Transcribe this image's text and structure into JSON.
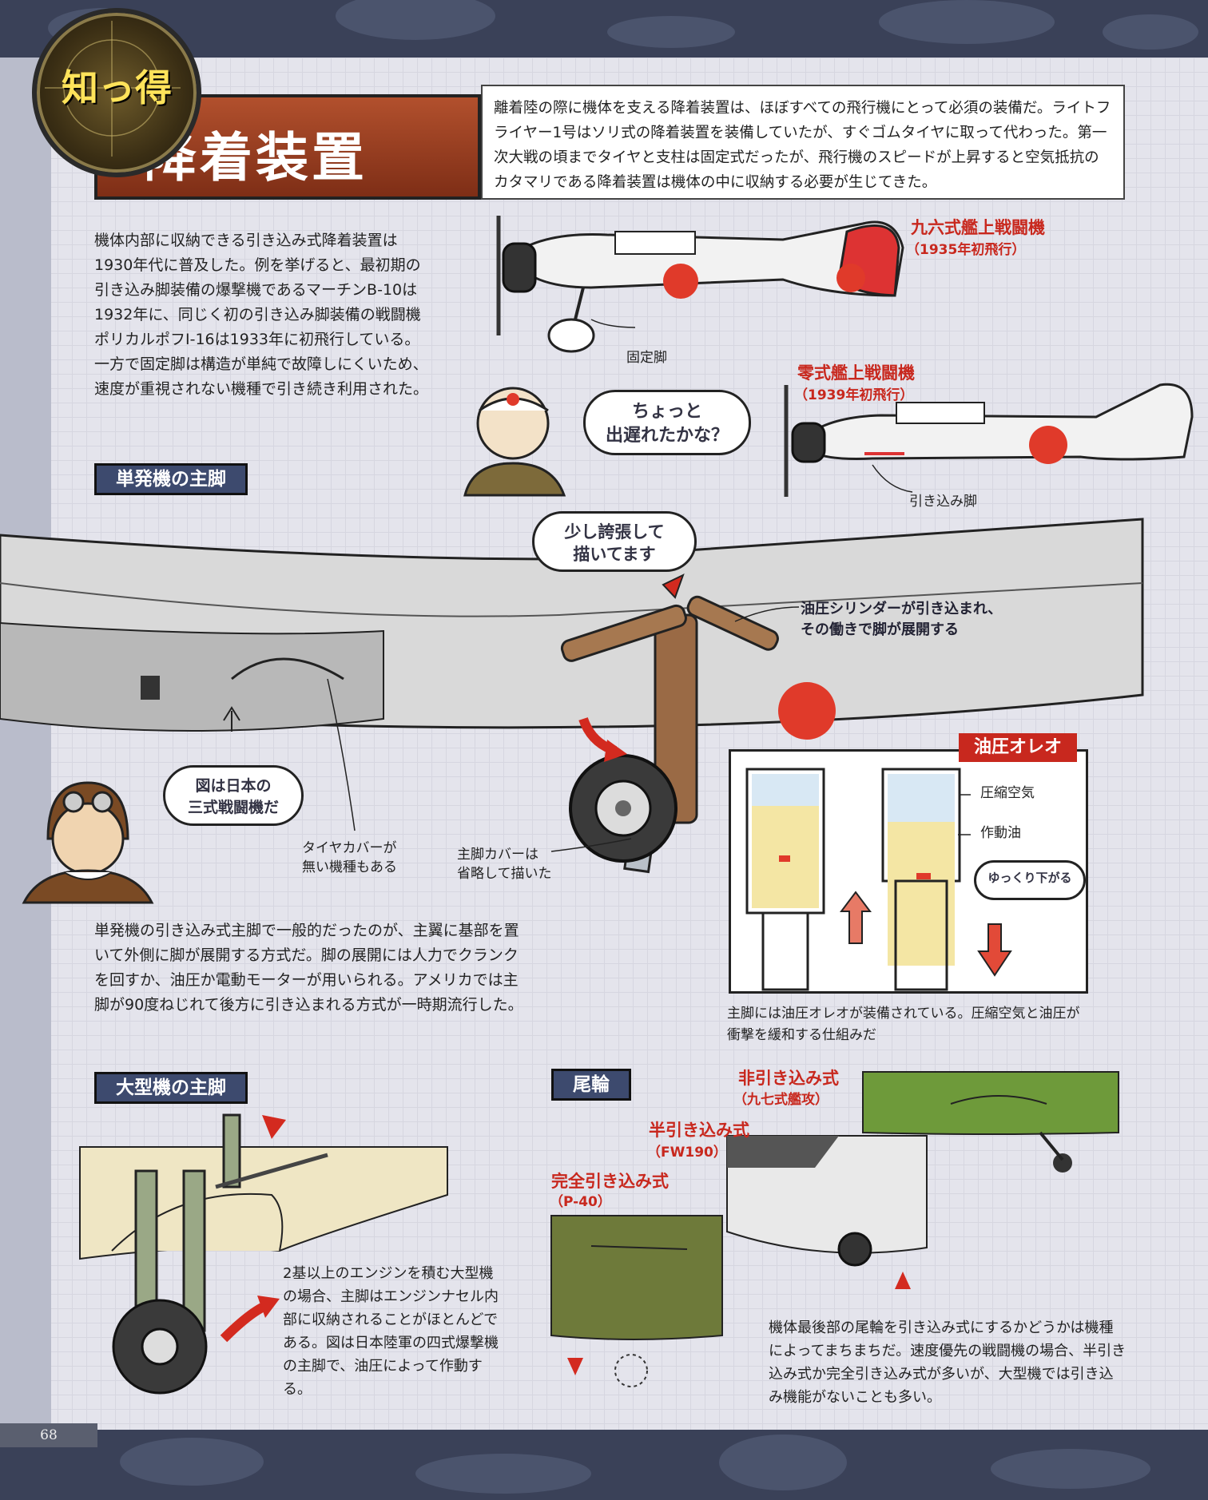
{
  "badge": {
    "label": "知っ得"
  },
  "title": "降着装置",
  "intro": "離着陸の際に機体を支える降着装置は、ほぼすべての飛行機にとって必須の装備だ。ライトフライヤー1号はソリ式の降着装置を装備していたが、すぐゴムタイヤに取って代わった。第一次大戦の頃までタイヤと支柱は固定式だったが、飛行機のスピードが上昇すると空気抵抗のカタマリである降着装置は機体の中に収納する必要が生じてきた。",
  "left_paragraph": "機体内部に収納できる引き込み式降着装置は1930年代に普及した。例を挙げると、最初期の引き込み脚装備の爆撃機であるマーチンB-10は1932年に、同じく初の引き込み脚装備の戦闘機ポリカルポフI-16は1933年に初飛行している。一方で固定脚は構造が単純で故障しにくいため、速度が重視されない機種で引き続き利用された。",
  "planes": {
    "type96": {
      "name": "九六式艦上戦闘機",
      "sub": "（1935年初飛行）",
      "gear_label": "固定脚"
    },
    "zero": {
      "name": "零式艦上戦闘機",
      "sub": "（1939年初飛行）",
      "gear_label": "引き込み脚"
    }
  },
  "bubble_pilot": {
    "line1": "ちょっと",
    "line2": "出遅れたかな？"
  },
  "section_single": {
    "heading": "単発機の主脚",
    "bubble_exaggerate": {
      "line1": "少し誇張して",
      "line2": "描いてます"
    },
    "cylinder_note": {
      "line1": "油圧シリンダーが引き込まれ、",
      "line2": "その働きで脚が展開する"
    },
    "bubble_japan": {
      "line1": "図は日本の",
      "line2": "三式戦闘機だ"
    },
    "tire_cover_note": {
      "line1": "タイヤカバーが",
      "line2": "無い機種もある"
    },
    "gear_cover_note": {
      "line1": "主脚カバーは",
      "line2": "省略して描いた"
    },
    "paragraph": "単発機の引き込み式主脚で一般的だったのが、主翼に基部を置いて外側に脚が展開する方式だ。脚の展開には人力でクランクを回すか、油圧か電動モーターが用いられる。アメリカでは主脚が90度ねじれて後方に引き込まれる方式が一時期流行した。"
  },
  "oleo": {
    "title": "油圧オレオ",
    "label_air": "圧縮空気",
    "label_oil": "作動油",
    "bubble": "ゆっくり下がる",
    "caption": "主脚には油圧オレオが装備されている。圧縮空気と油圧が衝撃を緩和する仕組みだ"
  },
  "section_large": {
    "heading": "大型機の主脚",
    "paragraph": "2基以上のエンジンを積む大型機の場合、主脚はエンジンナセル内部に収納されることがほとんどである。図は日本陸軍の四式爆撃機の主脚で、油圧によって作動する。"
  },
  "section_tail": {
    "heading": "尾輪",
    "non_retract": {
      "name": "非引き込み式",
      "sub": "（九七式艦攻）"
    },
    "semi_retract": {
      "name": "半引き込み式",
      "sub": "（FW190）"
    },
    "full_retract": {
      "name": "完全引き込み式",
      "sub": "（P-40）"
    },
    "paragraph": "機体最後部の尾輪を引き込み式にするかどうかは機種によってまちまちだ。速度優先の戦闘機の場合、半引き込み式か完全引き込み式が多いが、大型機では引き込み機能がないことも多い。"
  },
  "page_number": "68",
  "colors": {
    "accent_red": "#c8281e",
    "heading_navy": "#3d4a6e",
    "title_brown": "#9a3f22"
  }
}
